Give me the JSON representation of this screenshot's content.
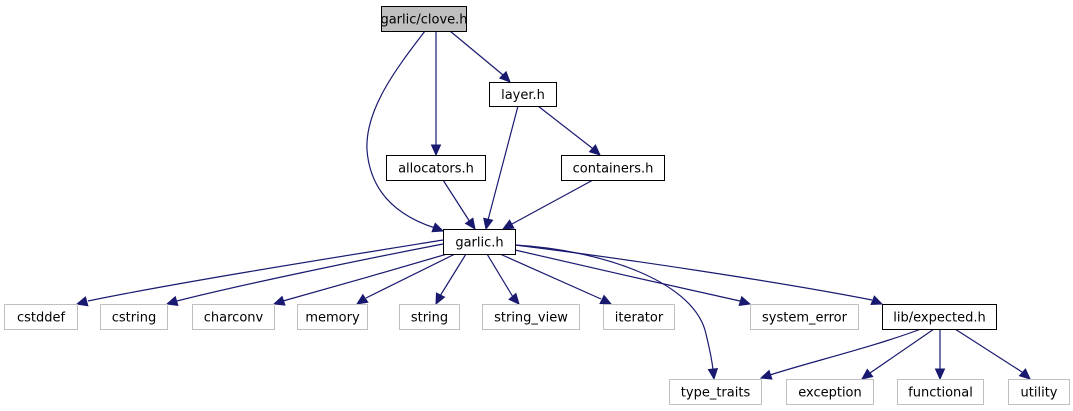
{
  "diagram": {
    "type": "include-dependency-graph",
    "colors": {
      "edge": "#191970",
      "root_fill": "#bfbfbf",
      "root_border": "#000000",
      "internal_fill": "#ffffff",
      "internal_border": "#000000",
      "external_fill": "#ffffff",
      "external_border": "#bfbfbf"
    },
    "nodes": [
      {
        "id": "clove",
        "label": "garlic/clove.h",
        "kind": "root"
      },
      {
        "id": "layer",
        "label": "layer.h",
        "kind": "internal"
      },
      {
        "id": "allocators",
        "label": "allocators.h",
        "kind": "internal"
      },
      {
        "id": "containers",
        "label": "containers.h",
        "kind": "internal"
      },
      {
        "id": "garlic",
        "label": "garlic.h",
        "kind": "internal"
      },
      {
        "id": "cstddef",
        "label": "cstddef",
        "kind": "external"
      },
      {
        "id": "cstring",
        "label": "cstring",
        "kind": "external"
      },
      {
        "id": "charconv",
        "label": "charconv",
        "kind": "external"
      },
      {
        "id": "memory",
        "label": "memory",
        "kind": "external"
      },
      {
        "id": "string",
        "label": "string",
        "kind": "external"
      },
      {
        "id": "string_view",
        "label": "string_view",
        "kind": "external"
      },
      {
        "id": "iterator",
        "label": "iterator",
        "kind": "external"
      },
      {
        "id": "system_error",
        "label": "system_error",
        "kind": "external"
      },
      {
        "id": "expected",
        "label": "lib/expected.h",
        "kind": "internal"
      },
      {
        "id": "type_traits",
        "label": "type_traits",
        "kind": "external"
      },
      {
        "id": "exception",
        "label": "exception",
        "kind": "external"
      },
      {
        "id": "functional",
        "label": "functional",
        "kind": "external"
      },
      {
        "id": "utility",
        "label": "utility",
        "kind": "external"
      }
    ],
    "edges": [
      {
        "from": "clove",
        "to": "garlic"
      },
      {
        "from": "clove",
        "to": "allocators"
      },
      {
        "from": "clove",
        "to": "layer"
      },
      {
        "from": "layer",
        "to": "garlic"
      },
      {
        "from": "layer",
        "to": "containers"
      },
      {
        "from": "allocators",
        "to": "garlic"
      },
      {
        "from": "containers",
        "to": "garlic"
      },
      {
        "from": "garlic",
        "to": "cstddef"
      },
      {
        "from": "garlic",
        "to": "cstring"
      },
      {
        "from": "garlic",
        "to": "charconv"
      },
      {
        "from": "garlic",
        "to": "memory"
      },
      {
        "from": "garlic",
        "to": "string"
      },
      {
        "from": "garlic",
        "to": "string_view"
      },
      {
        "from": "garlic",
        "to": "iterator"
      },
      {
        "from": "garlic",
        "to": "system_error"
      },
      {
        "from": "garlic",
        "to": "expected"
      },
      {
        "from": "garlic",
        "to": "type_traits"
      },
      {
        "from": "expected",
        "to": "type_traits"
      },
      {
        "from": "expected",
        "to": "exception"
      },
      {
        "from": "expected",
        "to": "functional"
      },
      {
        "from": "expected",
        "to": "utility"
      }
    ]
  }
}
